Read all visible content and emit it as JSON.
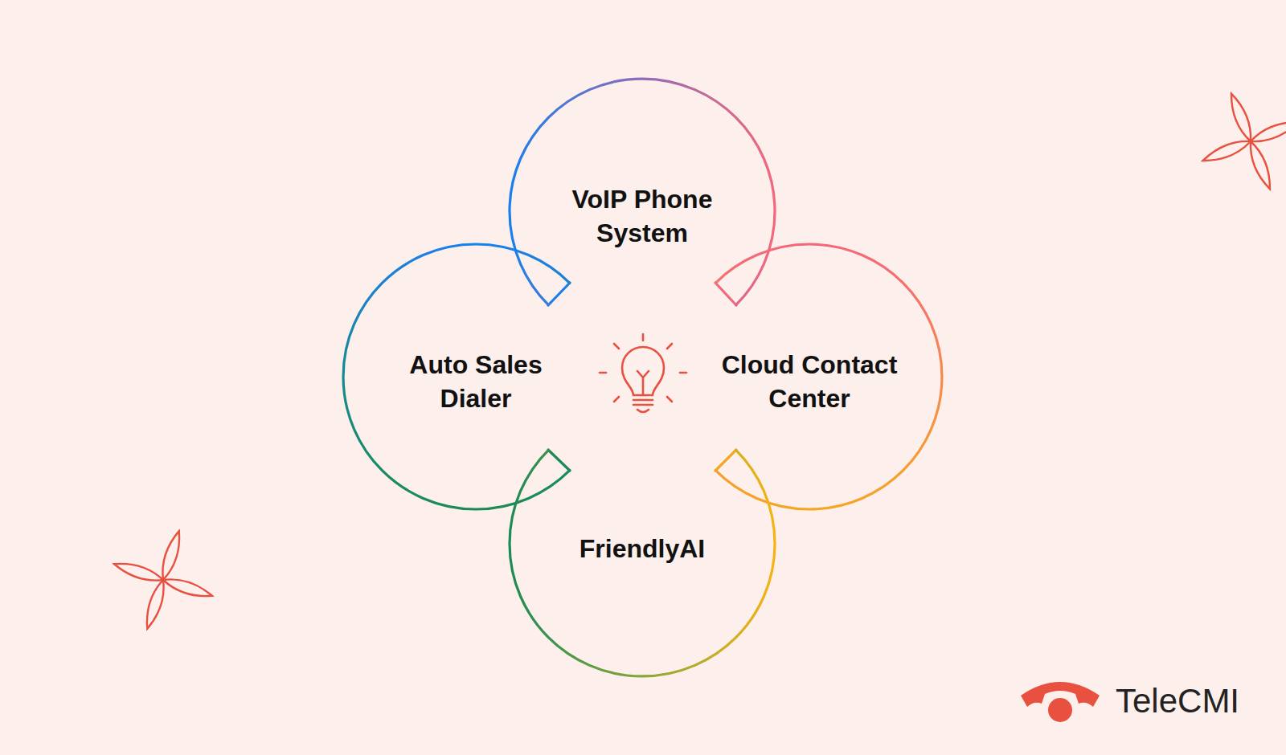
{
  "diagram": {
    "nodes": [
      {
        "text": [
          "VoIP Phone System"
        ]
      },
      {
        "text": [
          "Auto Sales Dialer"
        ]
      },
      {
        "text": [
          "Cloud Contact Center"
        ]
      },
      {
        "text": [
          "FriendlyAI"
        ]
      }
    ],
    "labels": [
      "TeleCMI"
    ]
  }
}
